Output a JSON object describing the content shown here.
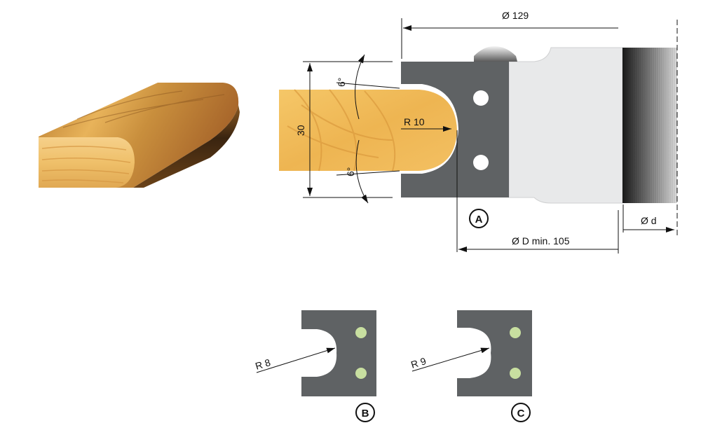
{
  "dimensions": {
    "outer_diameter": "Ø 129",
    "bore_diameter": "Ø d",
    "min_diameter": "Ø D min. 105",
    "height": "30",
    "radius_main": "R 10",
    "angle_top": "6°",
    "angle_bottom": "6°"
  },
  "labels": {
    "main_knife": "A",
    "knife_b": "B",
    "knife_c": "C"
  },
  "variants": {
    "radius_b": "R 8",
    "radius_c": "R 9"
  },
  "colors": {
    "knife_gray": "#5f6264",
    "body_light": "#e8e9ea",
    "hole_white": "#ffffff",
    "hole_green": "#c8dfa0",
    "wood_light": "#f2c060",
    "wood_dark": "#c07a2a"
  }
}
